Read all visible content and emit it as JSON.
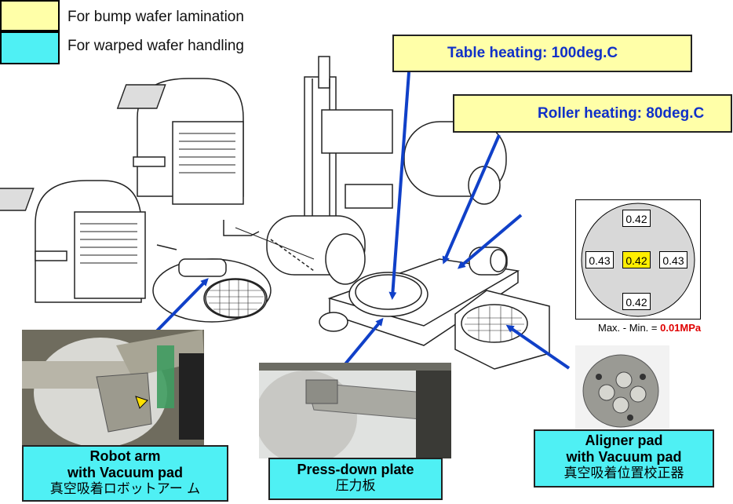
{
  "legend": [
    {
      "label": "For bump wafer lamination",
      "color": "#ffffa8"
    },
    {
      "label": "For warped wafer handling",
      "color": "#4ff0f4"
    }
  ],
  "callouts": {
    "table_heating": "Table heating: 100deg.C",
    "roller_heating": "Roller heating: 80deg.C"
  },
  "pressure_map": {
    "top": "0.42",
    "left": "0.43",
    "center": "0.42",
    "right": "0.43",
    "bottom": "0.42",
    "center_highlight_color": "#ffee00",
    "maxmin_label": "Max. - Min. = ",
    "maxmin_value": "0.01MPa",
    "maxmin_value_color": "#e00000"
  },
  "labels": {
    "robot_arm": {
      "line1": "Robot arm",
      "line2": "with Vacuum pad",
      "jp": "真空吸着ロボットアー ム"
    },
    "press_plate": {
      "line1": "Press-down plate",
      "jp": "圧力板"
    },
    "aligner_pad": {
      "line1": "Aligner pad",
      "line2": "with Vacuum pad",
      "jp": "真空吸着位置校正器"
    }
  },
  "arrow_color": "#1040c8"
}
